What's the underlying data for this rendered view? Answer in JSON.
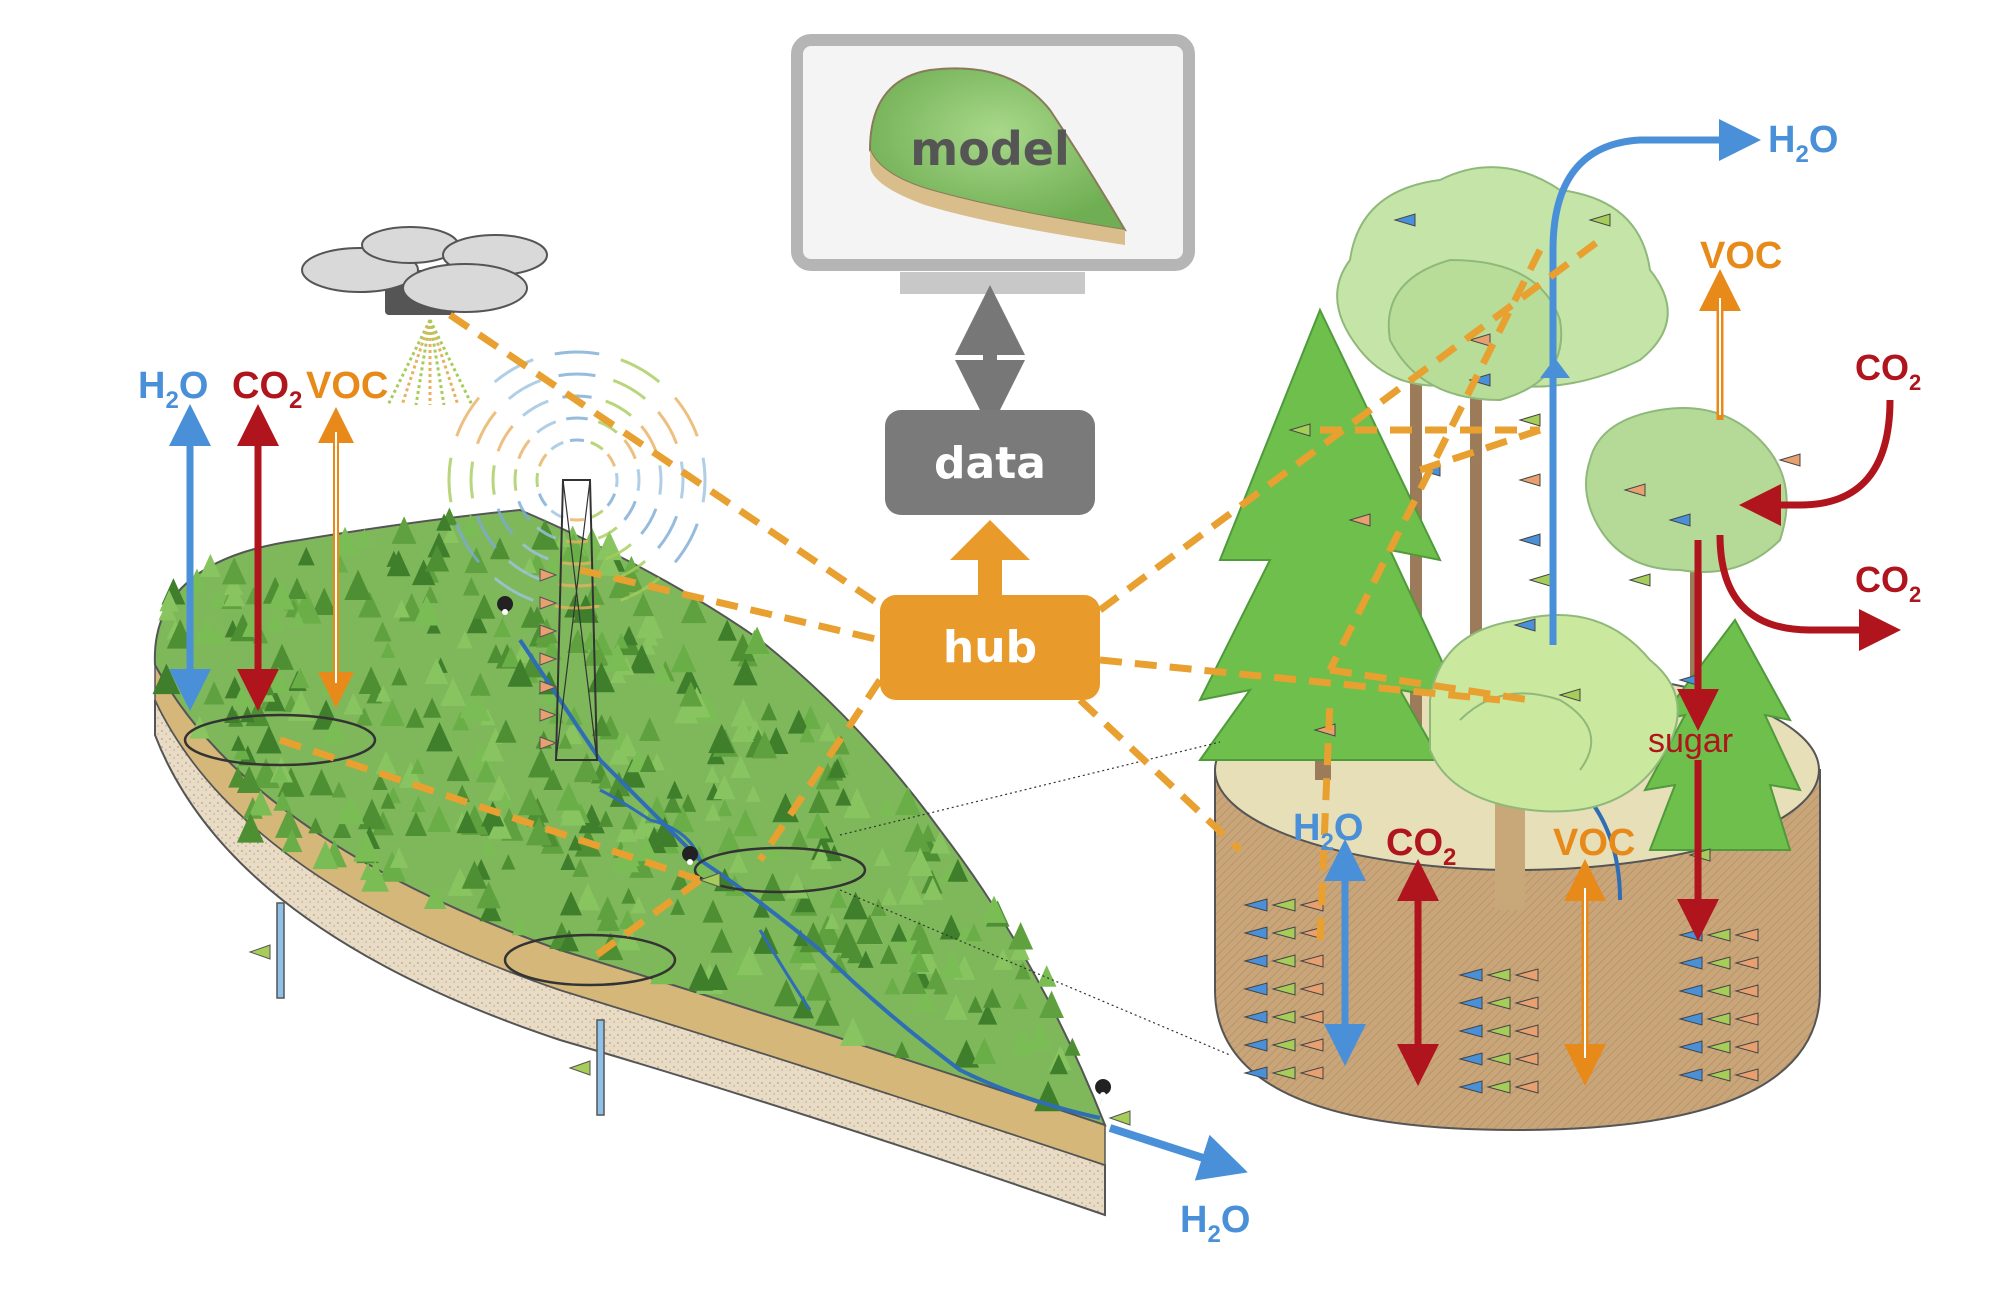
{
  "diagram": {
    "nodes": {
      "model": "model",
      "data": "data",
      "hub": "hub"
    },
    "flux_labels": {
      "h2o": "H",
      "h2o_sub": "2",
      "h2o_tail": "O",
      "co2": "CO",
      "co2_sub": "2",
      "voc": "VOC",
      "sugar": "sugar"
    },
    "colors": {
      "water": "#4a90d9",
      "carbon": "#b0141c",
      "voc": "#e88a1a",
      "hub": "#e89a2a",
      "data_box": "#7a7a7a",
      "forest_green": "#5a9e3a",
      "soil": "#c8a97a"
    }
  }
}
